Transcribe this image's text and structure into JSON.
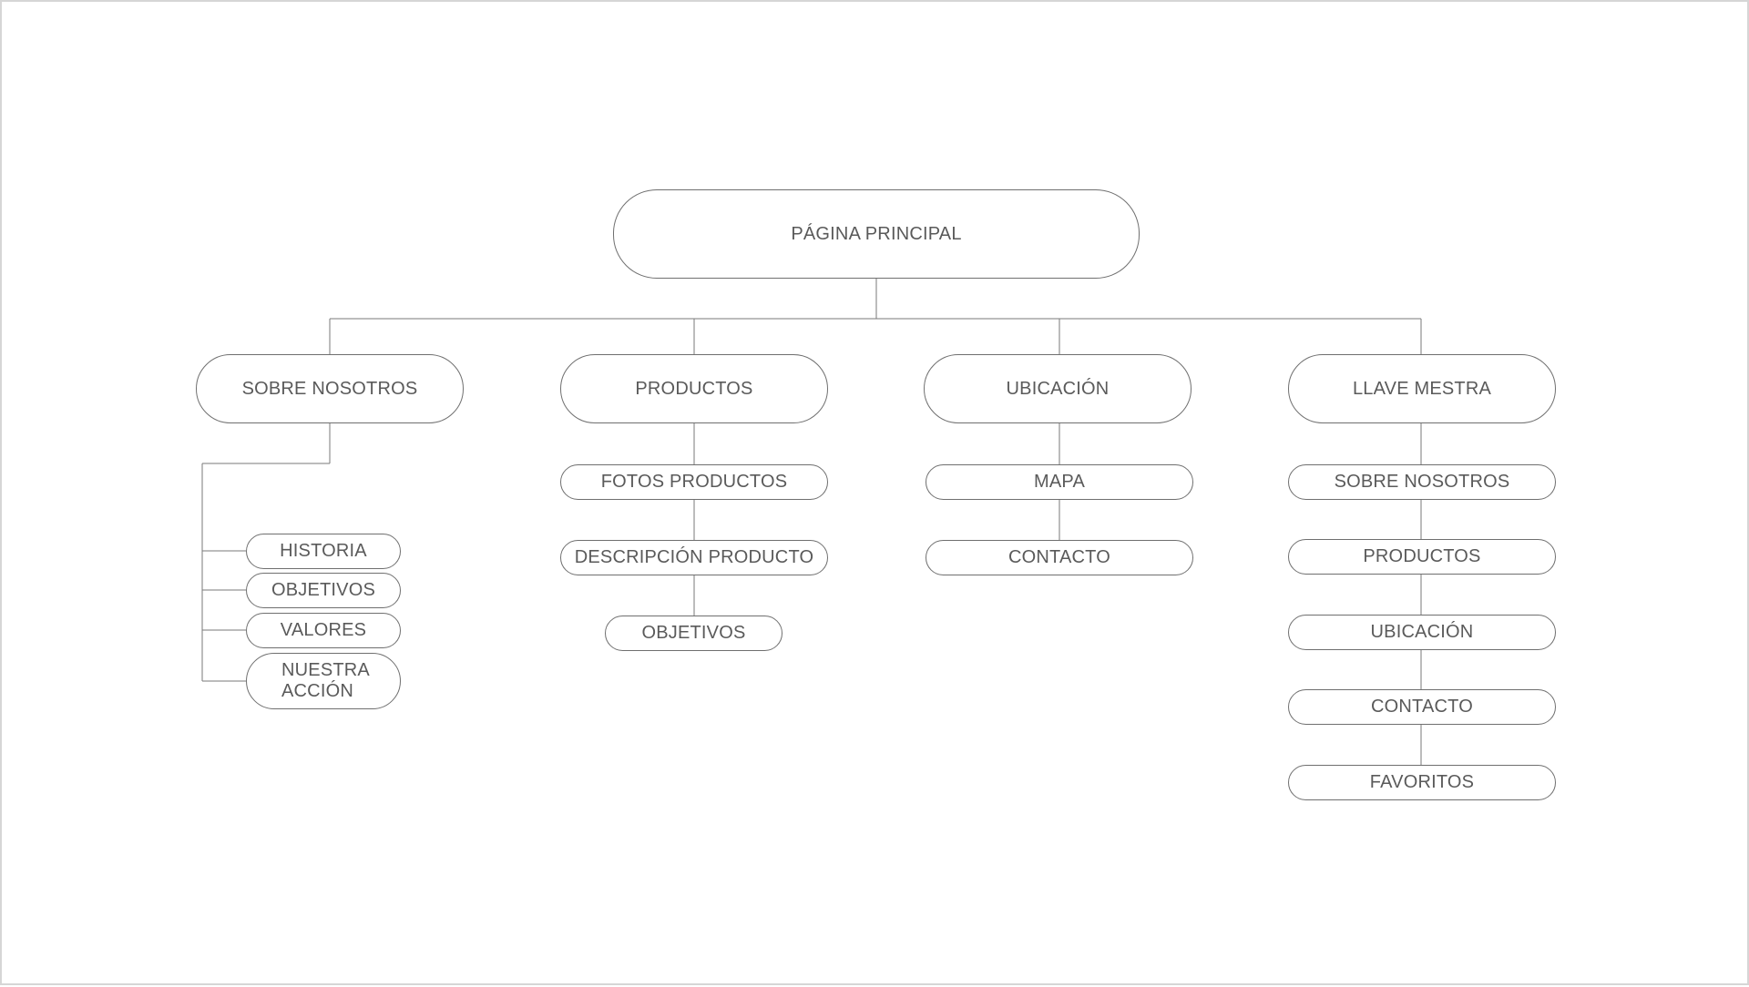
{
  "colors": {
    "line": "#7a7a7a",
    "border": "#6f6f6f",
    "text": "#5a5a5a",
    "frame": "#d6d6d6"
  },
  "root": {
    "label": "PÁGINA PRINCIPAL"
  },
  "sections": [
    {
      "label": "SOBRE NOSOTROS",
      "children": [
        "HISTORIA",
        "OBJETIVOS",
        "VALORES",
        "NUESTRA ACCIÓN"
      ]
    },
    {
      "label": "PRODUCTOS",
      "children": [
        "FOTOS PRODUCTOS",
        "DESCRIPCIÓN PRODUCTO",
        "OBJETIVOS"
      ]
    },
    {
      "label": "UBICACIÓN",
      "children": [
        "MAPA",
        "CONTACTO"
      ]
    },
    {
      "label": "LLAVE MESTRA",
      "children": [
        "SOBRE NOSOTROS",
        "PRODUCTOS",
        "UBICACIÓN",
        "CONTACTO",
        "FAVORITOS"
      ]
    }
  ]
}
